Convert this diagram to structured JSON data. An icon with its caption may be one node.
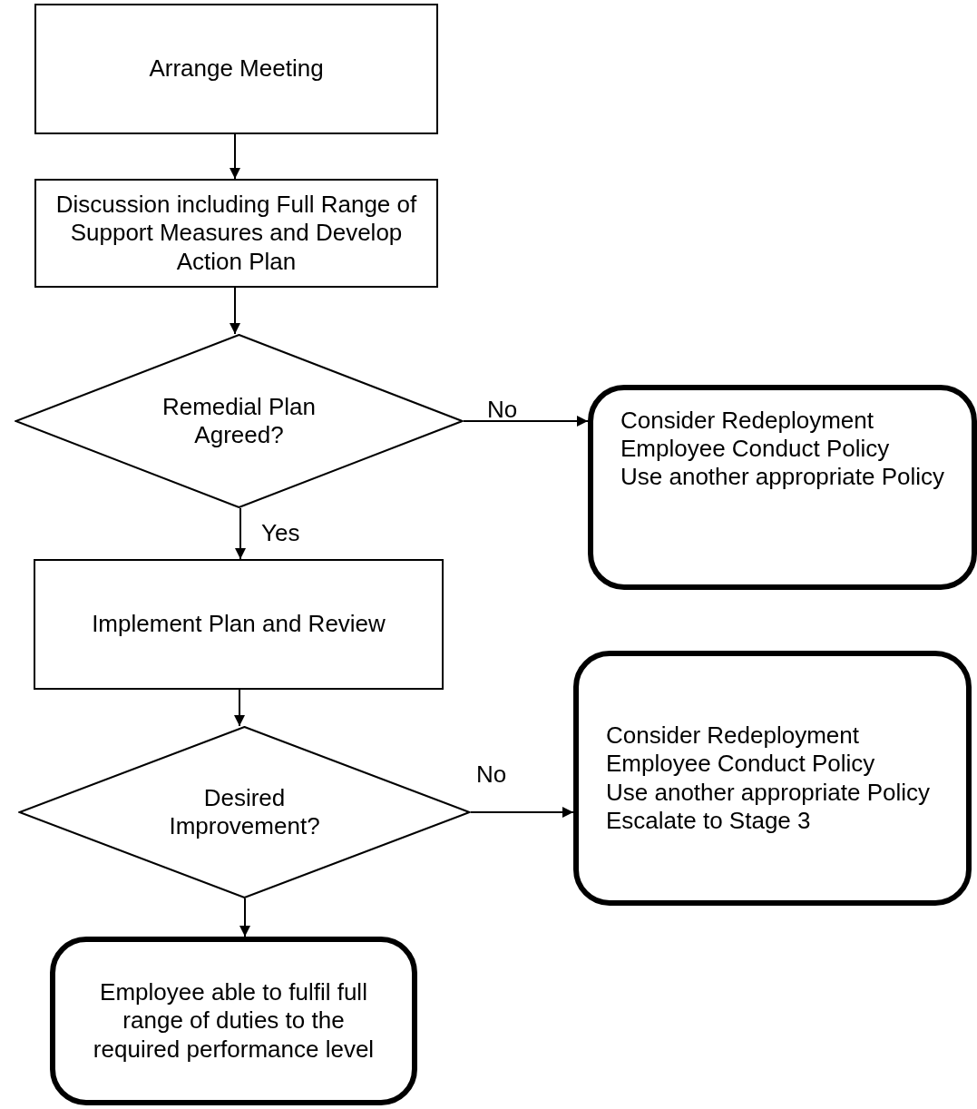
{
  "diagram": {
    "nodes": [
      {
        "text": [
          "Arrange Meeting"
        ]
      },
      {
        "text": [
          "Discussion including Full Range of Support Measures and Develop Action Plan"
        ]
      },
      {
        "text": [
          "Remedial Plan Agreed?"
        ]
      },
      {
        "text": [
          "Consider Redeployment",
          "Employee Conduct Policy",
          "Use another appropriate Policy"
        ]
      },
      {
        "text": [
          "Implement Plan and Review"
        ]
      },
      {
        "text": [
          "Desired Improvement?"
        ]
      },
      {
        "text": [
          "Consider Redeployment",
          "Employee Conduct Policy",
          "Use another appropriate Policy",
          "Escalate to Stage 3"
        ]
      },
      {
        "text": [
          "Employee able to fulfil full range of duties to the required performance level"
        ]
      }
    ],
    "edges": [
      {
        "from": 0,
        "to": 1,
        "arrow": "to"
      },
      {
        "from": 1,
        "to": 2,
        "arrow": "to"
      },
      {
        "from": 2,
        "to": 3,
        "arrow": "to",
        "label": "No"
      },
      {
        "from": 2,
        "to": 4,
        "arrow": "to",
        "label": "Yes"
      },
      {
        "from": 4,
        "to": 5,
        "arrow": "to"
      },
      {
        "from": 5,
        "to": 6,
        "arrow": "to",
        "label": "No"
      },
      {
        "from": 5,
        "to": 7,
        "arrow": "to"
      }
    ]
  }
}
